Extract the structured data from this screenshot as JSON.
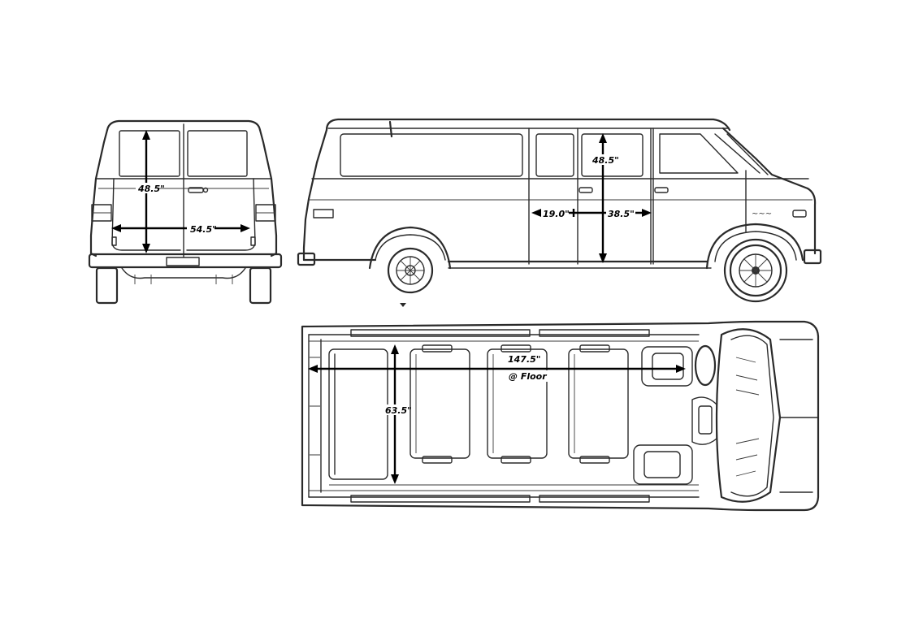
{
  "dimensions": {
    "rear_height": "48.5\"",
    "rear_width": "54.5\"",
    "side_height": "48.5\"",
    "side_door_left": "19.0\"",
    "side_door_right": "38.5\"",
    "floor_length": "147.5\"",
    "floor_note": "@ Floor",
    "floor_width": "63.5\""
  },
  "colors": {
    "line": "#2a2a2a",
    "background": "#ffffff",
    "dimension": "#000000"
  }
}
